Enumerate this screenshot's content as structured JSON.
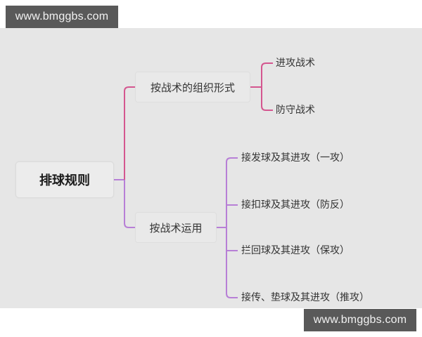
{
  "watermarks": {
    "top": "www.bmggbs.com",
    "bottom": "www.bmggbs.com"
  },
  "colors": {
    "canvas_bg": "#e6e6e6",
    "watermark_bg": "#595959",
    "branch_pink": "#d4568f",
    "branch_purple": "#b77fd6"
  },
  "mindmap": {
    "root": {
      "label": "排球规则"
    },
    "branches": [
      {
        "label": "按战术的组织形式",
        "color": "pink",
        "children": [
          {
            "label": "进攻战术"
          },
          {
            "label": "防守战术"
          }
        ]
      },
      {
        "label": "按战术运用",
        "color": "purple",
        "children": [
          {
            "label": "接发球及其进攻（一攻）"
          },
          {
            "label": "接扣球及其进攻（防反）"
          },
          {
            "label": "拦回球及其进攻（保攻）"
          },
          {
            "label": "接传、垫球及其进攻（推攻）"
          }
        ]
      }
    ]
  }
}
